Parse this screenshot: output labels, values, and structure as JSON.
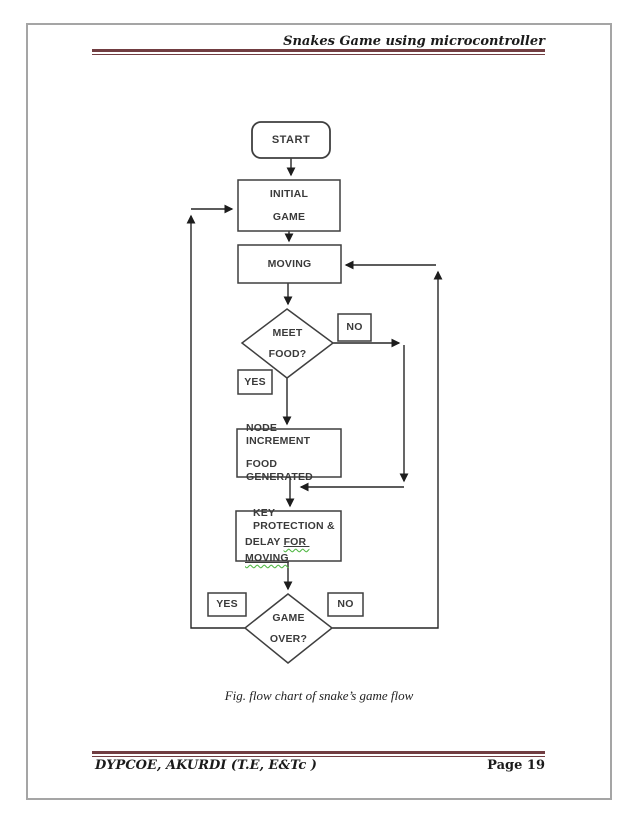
{
  "page": {
    "header": {
      "title": "Snakes Game using microcontroller"
    },
    "caption": "Fig. flow chart of snake’s game flow",
    "footer": {
      "left": "DYPCOE, AKURDI (T.E, E&Tc )",
      "right": "Page 19"
    },
    "colors": {
      "rule_maroon": "#713d41",
      "page_border_gray": "#a5a5a5"
    }
  },
  "flowchart": {
    "colors": {
      "stroke": "#3f3f3f",
      "text": "#3a3a3a",
      "grammar_squiggle_green": "#54b948"
    },
    "start": "START",
    "initial": {
      "line1": "INITIAL",
      "line2": "GAME"
    },
    "moving": "MOVING",
    "meet_food": {
      "line1": "MEET",
      "line2": "FOOD?"
    },
    "no1": "NO",
    "yes1": "YES",
    "node": {
      "line1": "NODE INCREMENT",
      "line2": "FOOD GENERATED"
    },
    "key": {
      "line1": "KEY PROTECTION &",
      "line2_prefix": "DELAY ",
      "line2_word": "FOR ",
      "line3_word": "MOVING"
    },
    "game_over": {
      "line1": "GAME",
      "line2": "OVER?"
    },
    "yes2": "YES",
    "no2": "NO"
  }
}
